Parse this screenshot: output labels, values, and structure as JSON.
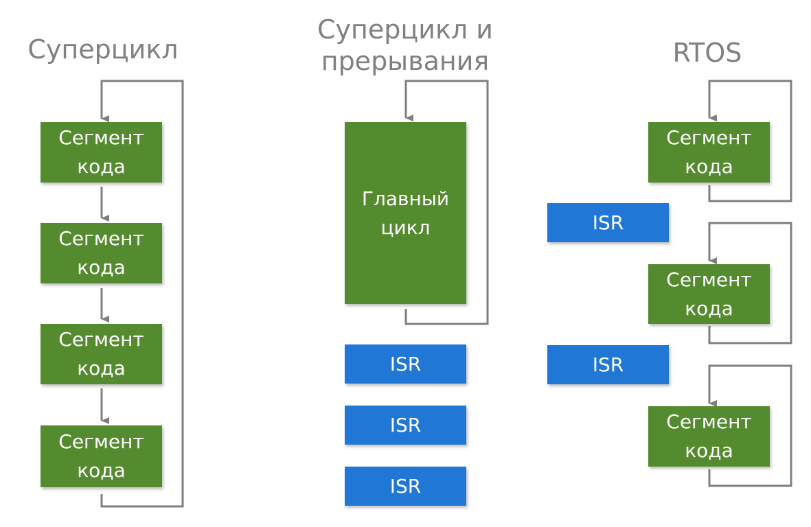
{
  "columns": {
    "superloop": {
      "title": "Суперцикл",
      "segments": [
        {
          "line1": "Сегмент",
          "line2": "кода"
        },
        {
          "line1": "Сегмент",
          "line2": "кода"
        },
        {
          "line1": "Сегмент",
          "line2": "кода"
        },
        {
          "line1": "Сегмент",
          "line2": "кода"
        }
      ]
    },
    "superloop_interrupts": {
      "title_line1": "Суперцикл и",
      "title_line2": "прерывания",
      "main_loop": {
        "line1": "Главный",
        "line2": "цикл"
      },
      "isrs": [
        "ISR",
        "ISR",
        "ISR"
      ]
    },
    "rtos": {
      "title": "RTOS",
      "segments": [
        {
          "line1": "Сегмент",
          "line2": "кода"
        },
        {
          "line1": "Сегмент",
          "line2": "кода"
        },
        {
          "line1": "Сегмент",
          "line2": "кода"
        }
      ],
      "isrs": [
        "ISR",
        "ISR"
      ]
    }
  },
  "colors": {
    "segment": "#548b2f",
    "isr": "#2077d5",
    "connector": "#7f7f7f",
    "heading": "#808080"
  }
}
